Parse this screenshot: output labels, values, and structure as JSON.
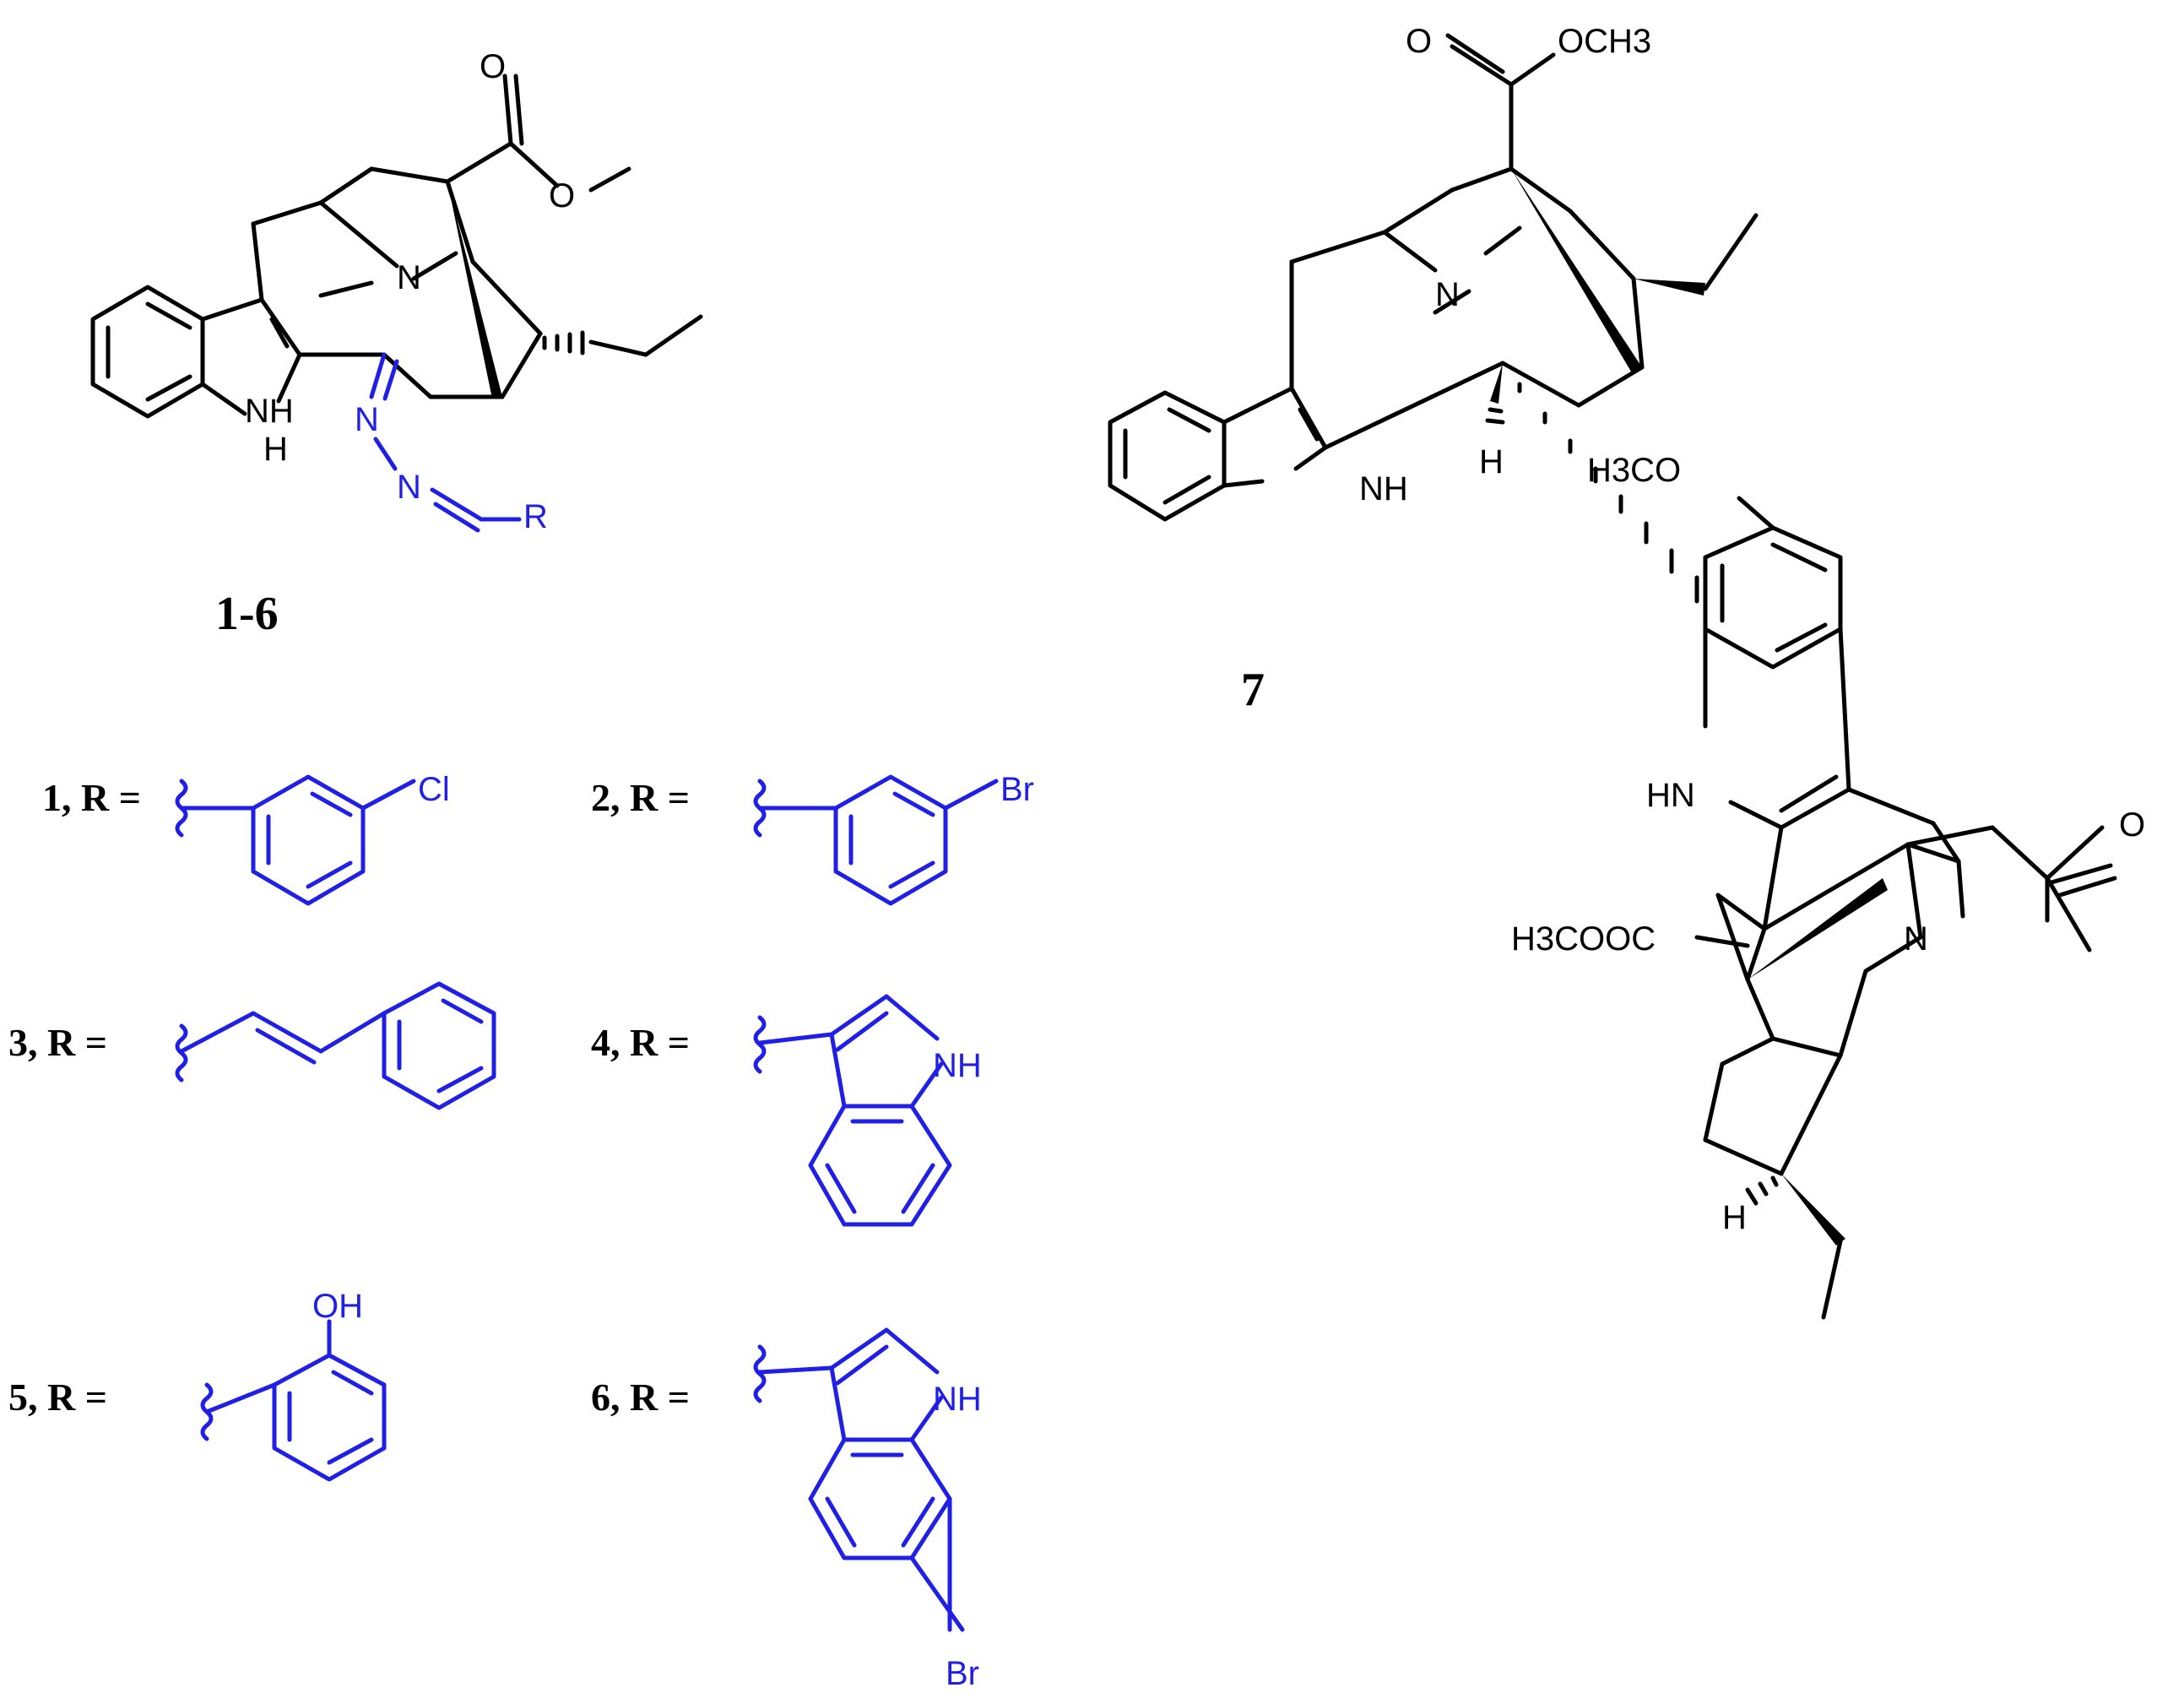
{
  "diagram": {
    "label_set": "1-6",
    "label_dimer": "7",
    "scaffold_atoms": {
      "carbonyl_o": "O",
      "ester_o": "O",
      "amine_n": "N",
      "indole_nh": "NH",
      "indole_h": "H",
      "hydrazone_n1": "N",
      "hydrazone_n2": "N",
      "r_group": "R"
    },
    "dimer_atoms": {
      "ester_o": "O",
      "methyl_ester": "OCH3",
      "amine_n": "N",
      "indole_nh": "NH",
      "stereo_h1": "H",
      "methoxy": "H3CO",
      "indole_nh2": "HN",
      "ketone_o": "O",
      "ester2": "H3COOC",
      "amine_n2": "N",
      "stereo_h2": "H"
    },
    "substituents": [
      {
        "label": "1, R =",
        "atom": "Cl"
      },
      {
        "label": "2, R =",
        "atom": "Br"
      },
      {
        "label": "3, R =",
        "atom": ""
      },
      {
        "label": "4, R =",
        "atom": "NH"
      },
      {
        "label": "5, R =",
        "atom": "OH"
      },
      {
        "label": "6, R =",
        "atom": "NH",
        "atom2": "Br"
      }
    ],
    "colors": {
      "structure": "#000000",
      "variable_group": "#1f1fe6"
    }
  }
}
